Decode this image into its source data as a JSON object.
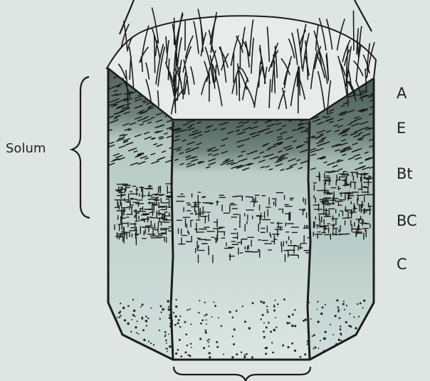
{
  "diagram": {
    "solum_label": "Solum",
    "horizons": [
      "A",
      "E",
      "Bt",
      "BC",
      "C"
    ]
  },
  "colors": {
    "background": "#dfe5e3",
    "a_horizon": "#5b6e66",
    "e_horizon": "#b7cac4",
    "bt_horizon": "#c5d5d0",
    "c_horizon": "#d8e4e0",
    "ink": "#1c1c1c"
  }
}
